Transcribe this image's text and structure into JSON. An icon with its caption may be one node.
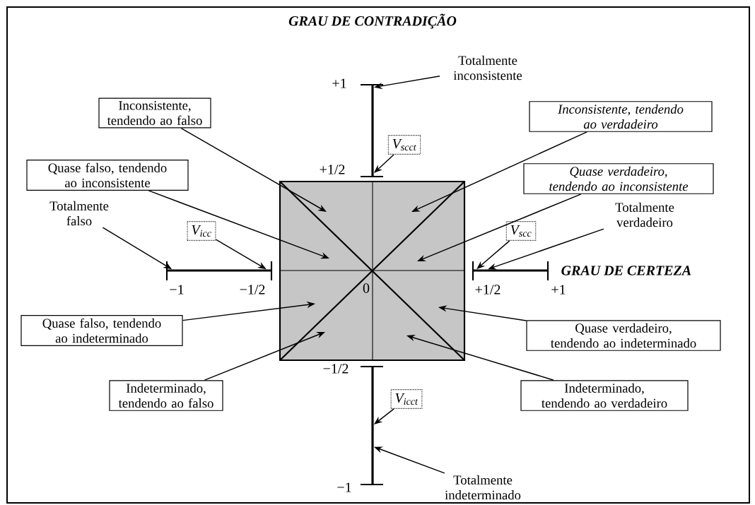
{
  "diagram": {
    "nodes": [
      {
        "text": [
          "Totalmente inconsistente"
        ]
      },
      {
        "text": [
          "Inconsistente, tendendo ao falso"
        ]
      },
      {
        "text": [
          "Inconsistente, tendendo ao verdadeiro"
        ]
      },
      {
        "text": [
          "V$_{scct}$"
        ]
      },
      {
        "text": [
          "Quase falso, tendendo ao inconsistente"
        ]
      },
      {
        "text": [
          "Quase verdadeiro, tendendo ao inconsistente"
        ]
      },
      {
        "text": [
          "Totalmente falso"
        ]
      },
      {
        "text": [
          "V$_{icc}$"
        ]
      },
      {
        "text": [
          "V$_{scc}$"
        ]
      },
      {
        "text": [
          "Totalmente verdadeiro"
        ]
      },
      {
        "text": [
          "Quase falso, tendendo ao indeterminado"
        ]
      },
      {
        "text": [
          "Quase verdadeiro, tendendo ao indeterminado"
        ]
      },
      {
        "text": [
          "Indeterminado, tendendo ao falso"
        ]
      },
      {
        "text": [
          "V$_{icct}$"
        ]
      },
      {
        "text": [
          "Indeterminado, tendendo ao verdadeiro"
        ]
      },
      {
        "text": [
          "Totalmente indeterminado"
        ]
      },
      {
        "text": [],
        "shape": "bar"
      },
      {
        "text": [],
        "shape": "bar"
      },
      {
        "text": [],
        "shape": "bar"
      },
      {
        "text": [],
        "shape": "bar"
      }
    ],
    "edges": [
      {
        "from": 0,
        "to": 16,
        "arrow": "to"
      },
      {
        "from": 1,
        "to": null,
        "arrow": "to"
      },
      {
        "from": 2,
        "to": null,
        "arrow": "to"
      },
      {
        "from": 3,
        "to": 16,
        "arrow": "to"
      },
      {
        "from": 4,
        "to": null,
        "arrow": "to"
      },
      {
        "from": 5,
        "to": null,
        "arrow": "to"
      },
      {
        "from": 6,
        "to": 17,
        "arrow": "to"
      },
      {
        "from": 7,
        "to": 17,
        "arrow": "to"
      },
      {
        "from": 8,
        "to": 18,
        "arrow": "to"
      },
      {
        "from": 9,
        "to": 18,
        "arrow": "to"
      },
      {
        "from": 10,
        "to": null,
        "arrow": "to"
      },
      {
        "from": 11,
        "to": null,
        "arrow": "to"
      },
      {
        "from": 12,
        "to": null,
        "arrow": "to"
      },
      {
        "from": 13,
        "to": 19,
        "arrow": "to"
      },
      {
        "from": 14,
        "to": null,
        "arrow": "to"
      },
      {
        "from": 15,
        "to": 19,
        "arrow": "to"
      }
    ],
    "labels": [
      "GRAU DE CONTRADIÇÃO",
      "+1",
      "+1/2",
      "GRAU DE CERTEZA",
      "−1",
      "−1/2",
      "0",
      "+1/2",
      "+1",
      "−1/2",
      "−1"
    ]
  }
}
